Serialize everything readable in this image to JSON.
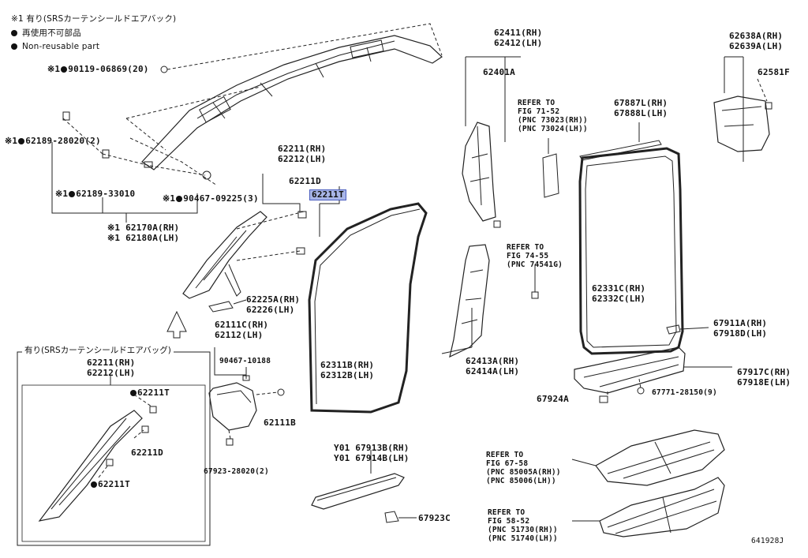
{
  "legend": {
    "note1": "※1 有り(SRSカーテンシールドエアバック)",
    "item1": "再使用不可部品",
    "item2": "Non-reusable part"
  },
  "inset_title": "有り(SRSカーテンシールドエアバッグ)",
  "diagram_id": "641928J",
  "parts": {
    "p90119": "90119-06869(20)",
    "p62189_28020": "62189-28020(2)",
    "p62189_33010": "62189-33010",
    "p90467_09225": "90467-09225(3)",
    "p62170A": "62170A(RH)",
    "p62180A": "62180A(LH)",
    "p62211_a": "62211(RH)",
    "p62212_a": "62212(LH)",
    "p62211D_a": "62211D",
    "p62211T_a": "62211T",
    "p62225A": "62225A(RH)",
    "p62226": "62226(LH)",
    "p62111C": "62111C(RH)",
    "p62112": "62112(LH)",
    "p90467_10188": "90467-10188",
    "p62111B": "62111B",
    "p67923_28020": "67923-28020(2)",
    "p62311B": "62311B(RH)",
    "p62312B": "62312B(LH)",
    "p67913B": "Y01 67913B(RH)",
    "p67914B": "Y01 67914B(LH)",
    "p67923C": "67923C",
    "p62411": "62411(RH)",
    "p62412": "62412(LH)",
    "p62401A": "62401A",
    "p62413A": "62413A(RH)",
    "p62414A": "62414A(LH)",
    "p62638A": "62638A(RH)",
    "p62639A": "62639A(LH)",
    "p62581F": "62581F",
    "p67887L": "67887L(RH)",
    "p67888L": "67888L(LH)",
    "p62331C": "62331C(RH)",
    "p62332C": "62332C(LH)",
    "p67911A": "67911A(RH)",
    "p67918D": "67918D(LH)",
    "p67917C": "67917C(RH)",
    "p67918E": "67918E(LH)",
    "p67924A": "67924A",
    "p67771": "67771-28150(9)",
    "inset_62211": "62211(RH)",
    "inset_62212": "62212(LH)",
    "inset_62211T_1": "62211T",
    "inset_62211D": "62211D",
    "inset_62211T_2": "62211T"
  },
  "refs": {
    "r1": [
      "REFER TO",
      "FIG 71-52",
      "(PNC 73023(RH))",
      "(PNC 73024(LH))"
    ],
    "r2": [
      "REFER TO",
      "FIG 74-55",
      "(PNC 74541G)"
    ],
    "r3": [
      "REFER TO",
      "FIG 67-58",
      "(PNC 85005A(RH))",
      "(PNC 85006(LH))"
    ],
    "r4": [
      "REFER TO",
      "FIG 58-52",
      "(PNC 51730(RH))",
      "(PNC 51740(LH))"
    ]
  },
  "marks": {
    "note_ref": "※1"
  },
  "colors": {
    "highlight": "#a9b6e8",
    "ink": "#111111"
  }
}
